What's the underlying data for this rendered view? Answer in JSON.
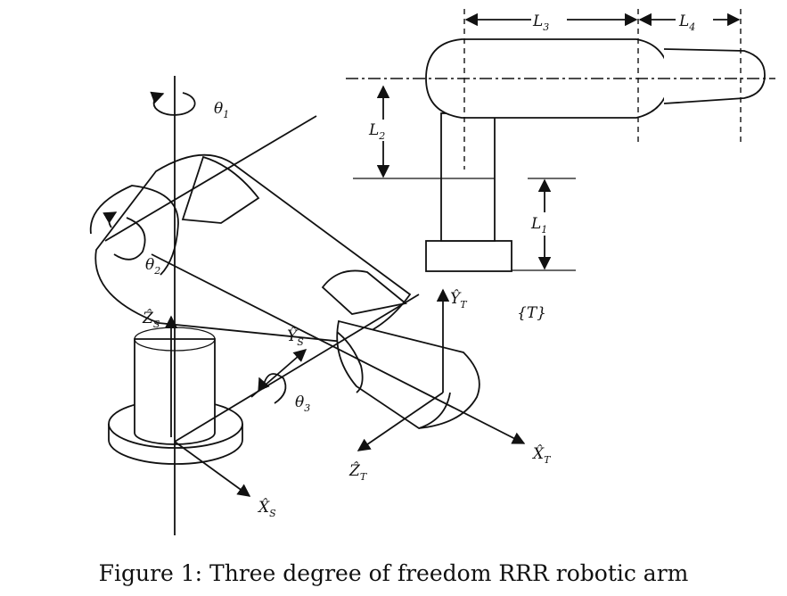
{
  "labels": {
    "theta1": {
      "base": "θ",
      "sub": "1"
    },
    "theta2": {
      "base": "θ",
      "sub": "2"
    },
    "theta3": {
      "base": "θ",
      "sub": "3"
    },
    "L1": {
      "base": "L",
      "sub": "1"
    },
    "L2": {
      "base": "L",
      "sub": "2"
    },
    "L3": {
      "base": "L",
      "sub": "3"
    },
    "L4": {
      "base": "L",
      "sub": "4"
    },
    "ZS": {
      "base": "Ẑ",
      "sub": "S"
    },
    "YS": {
      "base": "Ŷ",
      "sub": "S"
    },
    "XS": {
      "base": "X̂",
      "sub": "S"
    },
    "YT": {
      "base": "Ŷ",
      "sub": "T"
    },
    "XT": {
      "base": "X̂",
      "sub": "T"
    },
    "ZT": {
      "base": "Ẑ",
      "sub": "T"
    },
    "T_frame": "{T}"
  },
  "caption": "Figure 1: Three degree of freedom RRR robotic arm"
}
